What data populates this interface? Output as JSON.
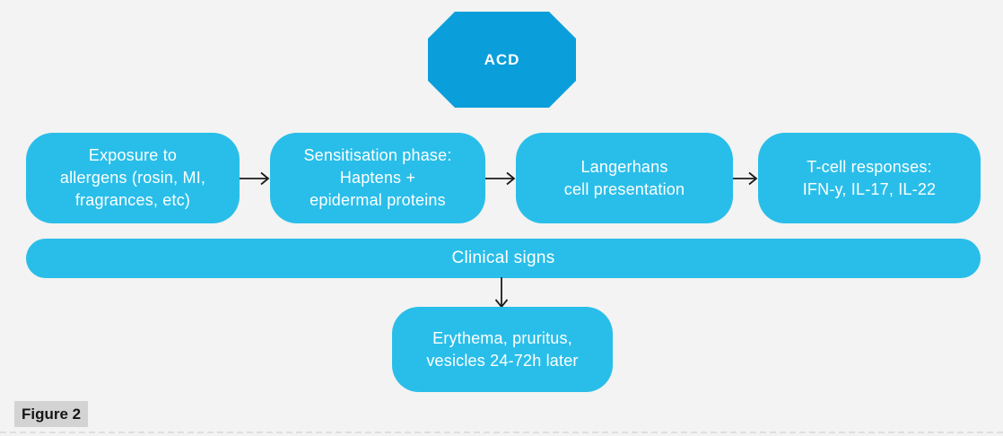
{
  "figure": {
    "label": "Figure 2"
  },
  "diagram": {
    "acd": {
      "label": "ACD"
    },
    "flow": [
      {
        "lines": [
          "Exposure to",
          "allergens (rosin, MI,",
          "fragrances, etc)"
        ]
      },
      {
        "lines": [
          "Sensitisation phase:",
          "Haptens +",
          "epidermal proteins"
        ]
      },
      {
        "lines": [
          "Langerhans",
          "cell presentation"
        ]
      },
      {
        "lines": [
          "T-cell responses:",
          "IFN-y, IL-17, IL-22"
        ]
      }
    ],
    "clinical": {
      "label": "Clinical signs"
    },
    "outcome": {
      "lines": [
        "Erythema, pruritus,",
        "vesicles 24-72h later"
      ]
    }
  },
  "colors": {
    "background": "#f2f3f2",
    "node_fill": "#29bee9",
    "acd_fill": "#0a9edb",
    "text_on_node": "#ffffff",
    "arrow": "#1c1c1c",
    "figure_badge_bg": "#d3d3d3",
    "figure_text": "#161616",
    "dash": "#dfdfdf"
  }
}
